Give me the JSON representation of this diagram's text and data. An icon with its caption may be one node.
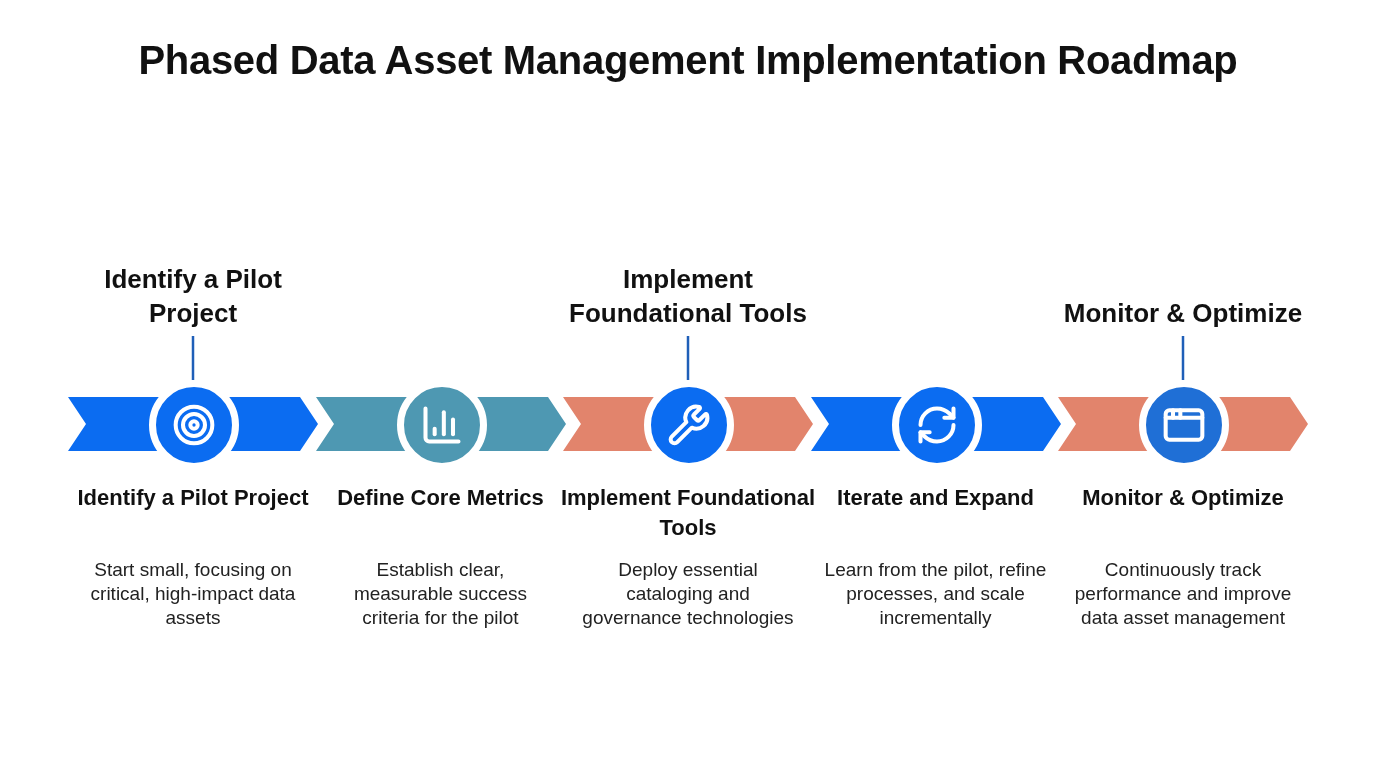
{
  "diagram": {
    "title": "Phased Data Asset Management Implementation Roadmap",
    "nodes": [
      {
        "text": [
          "Identify a Pilot Project",
          "Start small, focusing on critical, high-impact data assets"
        ]
      },
      {
        "text": [
          "Define Core Metrics",
          "Establish clear, measurable success criteria for the pilot"
        ]
      },
      {
        "text": [
          "Implement Foundational Tools",
          "Deploy essential cataloging and governance technologies"
        ]
      },
      {
        "text": [
          "Iterate and Expand",
          "Learn from the pilot, refine processes, and scale incrementally"
        ]
      },
      {
        "text": [
          "Monitor & Optimize",
          "Continuously track performance and improve data asset management"
        ]
      },
      {
        "text": [
          "Identify a Pilot Project"
        ]
      },
      {
        "text": [
          "Implement Foundational Tools"
        ]
      },
      {
        "text": [
          "Monitor & Optimize"
        ]
      }
    ],
    "edges": [
      {
        "from": 5,
        "to": 0,
        "arrow": "none"
      },
      {
        "from": 6,
        "to": 2,
        "arrow": "none"
      },
      {
        "from": 7,
        "to": 4,
        "arrow": "none"
      }
    ]
  }
}
